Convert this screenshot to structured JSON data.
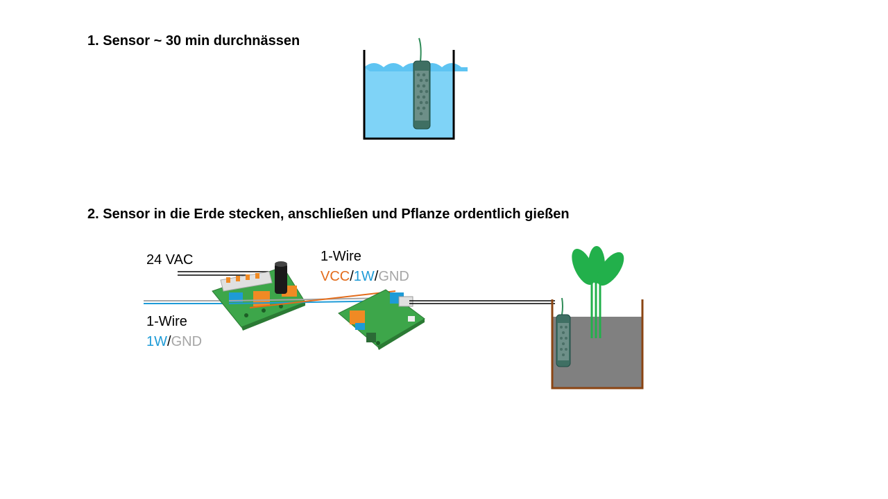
{
  "steps": {
    "step1": "1. Sensor ~ 30 min durchnässen",
    "step2": "2. Sensor in die Erde stecken, anschließen und Pflanze ordentlich gießen"
  },
  "labels": {
    "power": "24 VAC",
    "left_bus": {
      "title": "1-Wire",
      "signal": "1W",
      "sep": "/",
      "ground": "GND"
    },
    "right_bus": {
      "title": "1-Wire",
      "vcc": "VCC",
      "sep1": "/",
      "signal": "1W",
      "sep2": "/",
      "ground": "GND"
    }
  },
  "colors": {
    "vcc": "#e36c1b",
    "signal": "#1e9bd7",
    "ground": "#a6a6a6",
    "water": "#7fd3f7",
    "soil": "#808080",
    "pot": "#8b4513",
    "leaf": "#22b04b",
    "pcb": "#3da64a"
  }
}
